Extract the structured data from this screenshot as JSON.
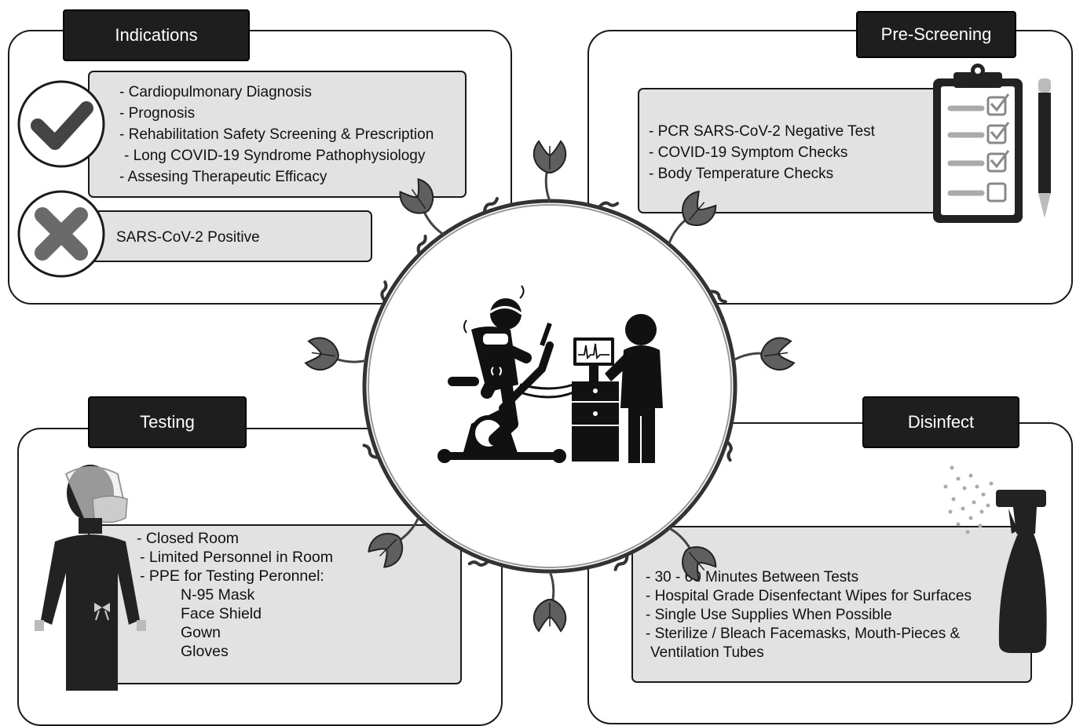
{
  "colors": {
    "header_bg": "#1e1e1e",
    "box_bg": "#e2e2e2",
    "line": "#1a1a1a",
    "virus_fill": "#5f5f5f"
  },
  "indications": {
    "title": "Indications",
    "check_icon": "checkmark-icon",
    "cross_icon": "x-mark-icon",
    "items": [
      "- Cardiopulmonary Diagnosis",
      "- Prognosis",
      "- Rehabilitation Safety Screening & Prescription",
      "- Long COVID-19 Syndrome Pathophysiology",
      "- Assesing Therapeutic Efficacy"
    ],
    "contraindication": "SARS-CoV-2 Positive"
  },
  "prescreening": {
    "title": "Pre-Screening",
    "icon": "clipboard-checklist-icon",
    "items": [
      "- PCR SARS-CoV-2 Negative Test",
      "- COVID-19 Symptom Checks",
      "- Body Temperature Checks"
    ]
  },
  "testing": {
    "title": "Testing",
    "icon": "ppe-gown-icon",
    "items": [
      "- Closed Room",
      "- Limited Personnel in Room",
      "- PPE for Testing Peronnel:"
    ],
    "ppe_items": [
      "N-95 Mask",
      "Face Shield",
      "Gown",
      "Gloves"
    ]
  },
  "disinfect": {
    "title": "Disinfect",
    "icon": "spray-bottle-icon",
    "items": [
      "- 30 - 60 Minutes Between  Tests",
      "- Hospital Grade Disenfectant Wipes for Surfaces",
      "- Single Use Supplies When  Possible",
      "- Sterilize / Bleach Facemasks, Mouth-Pieces &",
      "  Ventilation Tubes"
    ]
  },
  "center": {
    "icon": "exercise-bike-test-icon",
    "ring": "virus-particle-icon"
  }
}
